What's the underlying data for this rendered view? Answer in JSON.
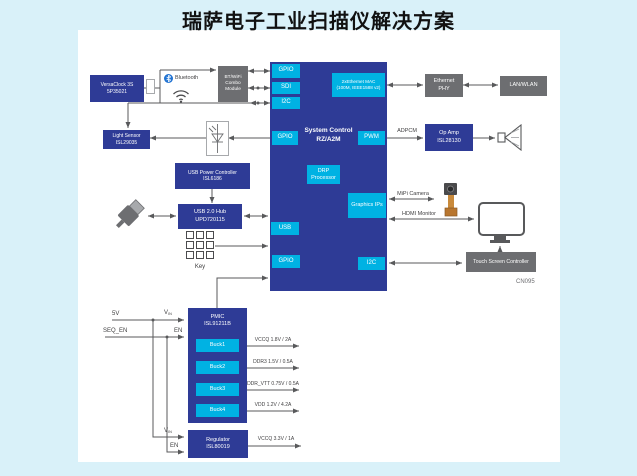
{
  "title": "瑞萨电子工业扫描仪解决方案",
  "code_label": "CN095",
  "wireless": {
    "versaclock": {
      "line1": "VersaClock 3S",
      "line2": "5P35021"
    },
    "bluetooth_label": "Bluetooth",
    "combo_module": {
      "line1": "BT/WiFi",
      "line2": "Combo",
      "line3": "Module"
    }
  },
  "soc": {
    "title_line1": "System Control",
    "title_line2": "RZ/A2M",
    "ports": {
      "gpio_top": "GPIO",
      "sdi": "SDI",
      "i2c_top": "I2C",
      "gpio_mid": "GPIO",
      "pwm": "PWM",
      "usb": "USB",
      "gpio_bottom": "GPIO",
      "i2c_bottom": "I2C"
    },
    "eth_mac": {
      "line1": "2xEthernet MAC",
      "line2": "(100M, IEEE1588 v2)"
    },
    "drp": {
      "line1": "DRP",
      "line2": "Processor"
    },
    "graphics": "Graphics IPs"
  },
  "network": {
    "phy": {
      "line1": "Ethernet",
      "line2": "PHY"
    },
    "lan": "LAN/WLAN"
  },
  "audio": {
    "adpcm": "ADPCM",
    "opamp": {
      "line1": "Op Amp",
      "line2": "ISL28130"
    }
  },
  "sensors": {
    "light": {
      "line1": "Light Sensor",
      "line2": "ISL29035"
    }
  },
  "usb": {
    "power": {
      "line1": "USB Power Controller",
      "line2": "ISL6186"
    },
    "hub": {
      "line1": "USB 2.0 Hub",
      "line2": "UPD720115"
    }
  },
  "input": {
    "key": "Key"
  },
  "display": {
    "mipi": "MiPi Camera",
    "hdmi": "HDMI Monitor",
    "touch": "Touch Screen Controller"
  },
  "power": {
    "in_5v": "5V",
    "in_seq": "SEQ_EN",
    "vin": "V",
    "vin_sub": "IN",
    "en": "EN",
    "pmic": {
      "line1": "PMIC",
      "line2": "ISL91211B"
    },
    "bucks": [
      "Buck1",
      "Buck2",
      "Buck3",
      "Buck4"
    ],
    "rails": [
      "VCCQ 1.8V / 2A",
      "DDR3 1.5V / 0.5A",
      "DDR_VTT 0.75V / 0.5A",
      "VDD 1.2V / 4.2A"
    ],
    "regulator": {
      "line1": "Regulator",
      "line2": "ISL80019"
    },
    "reg_rail": "VCCQ 3.3V / 1A"
  },
  "colors": {
    "navy": "#2e3b96",
    "cyan": "#00b2e3",
    "gray": "#6d6e71",
    "line": "#58595b",
    "bg": "#d9f1f9"
  }
}
